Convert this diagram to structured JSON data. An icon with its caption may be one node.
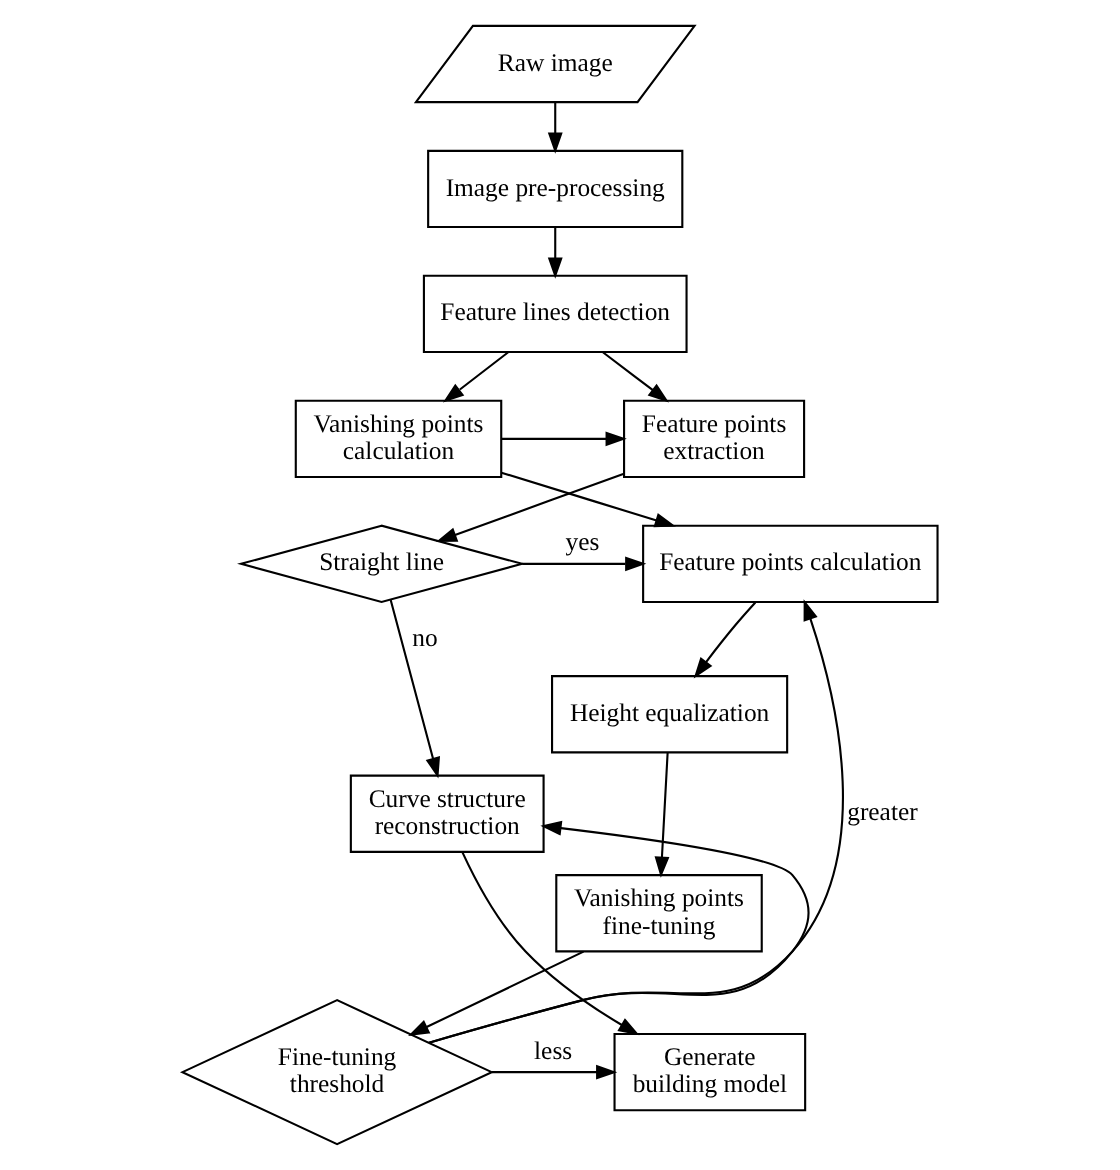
{
  "diagram": {
    "nodes": [
      {
        "text": [
          "Raw image"
        ]
      },
      {
        "text": [
          "Image pre-processing"
        ]
      },
      {
        "text": [
          "Feature lines detection"
        ]
      },
      {
        "text": [
          "Feature points extraction"
        ]
      },
      {
        "text": [
          "Vanishing points calculation"
        ]
      },
      {
        "text": [
          "Feature points calculation"
        ]
      },
      {
        "text": [
          "Straight line"
        ]
      },
      {
        "text": [
          "Height equalization"
        ]
      },
      {
        "text": [
          "Curve structure reconstruction"
        ]
      },
      {
        "text": [
          "Vanishing points fine-tuning"
        ]
      },
      {
        "text": [
          "Generate building model"
        ]
      },
      {
        "text": [
          "Fine-tuning threshold"
        ]
      }
    ],
    "edges": [
      {
        "from": 0,
        "to": 1,
        "arrow": "to"
      },
      {
        "from": 1,
        "to": 2,
        "arrow": "to"
      },
      {
        "from": 2,
        "to": 3,
        "arrow": "to"
      },
      {
        "from": 2,
        "to": 4,
        "arrow": "to"
      },
      {
        "from": 4,
        "to": 3,
        "arrow": "to"
      },
      {
        "from": 3,
        "to": 6,
        "arrow": "to"
      },
      {
        "from": 4,
        "to": 5,
        "arrow": "to"
      },
      {
        "from": 6,
        "to": 5,
        "arrow": "to",
        "label": "yes"
      },
      {
        "from": 6,
        "to": 8,
        "arrow": "to",
        "label": "no"
      },
      {
        "from": 5,
        "to": 7,
        "arrow": "to"
      },
      {
        "from": 7,
        "to": 9,
        "arrow": "to"
      },
      {
        "from": 9,
        "to": 11,
        "arrow": "to"
      },
      {
        "from": 8,
        "to": 10,
        "arrow": "to"
      },
      {
        "from": 11,
        "to": 10,
        "arrow": "to",
        "label": "less"
      },
      {
        "from": 11,
        "to": 8,
        "arrow": "to"
      },
      {
        "from": 11,
        "to": 5,
        "arrow": "to",
        "label": "greater"
      }
    ]
  }
}
